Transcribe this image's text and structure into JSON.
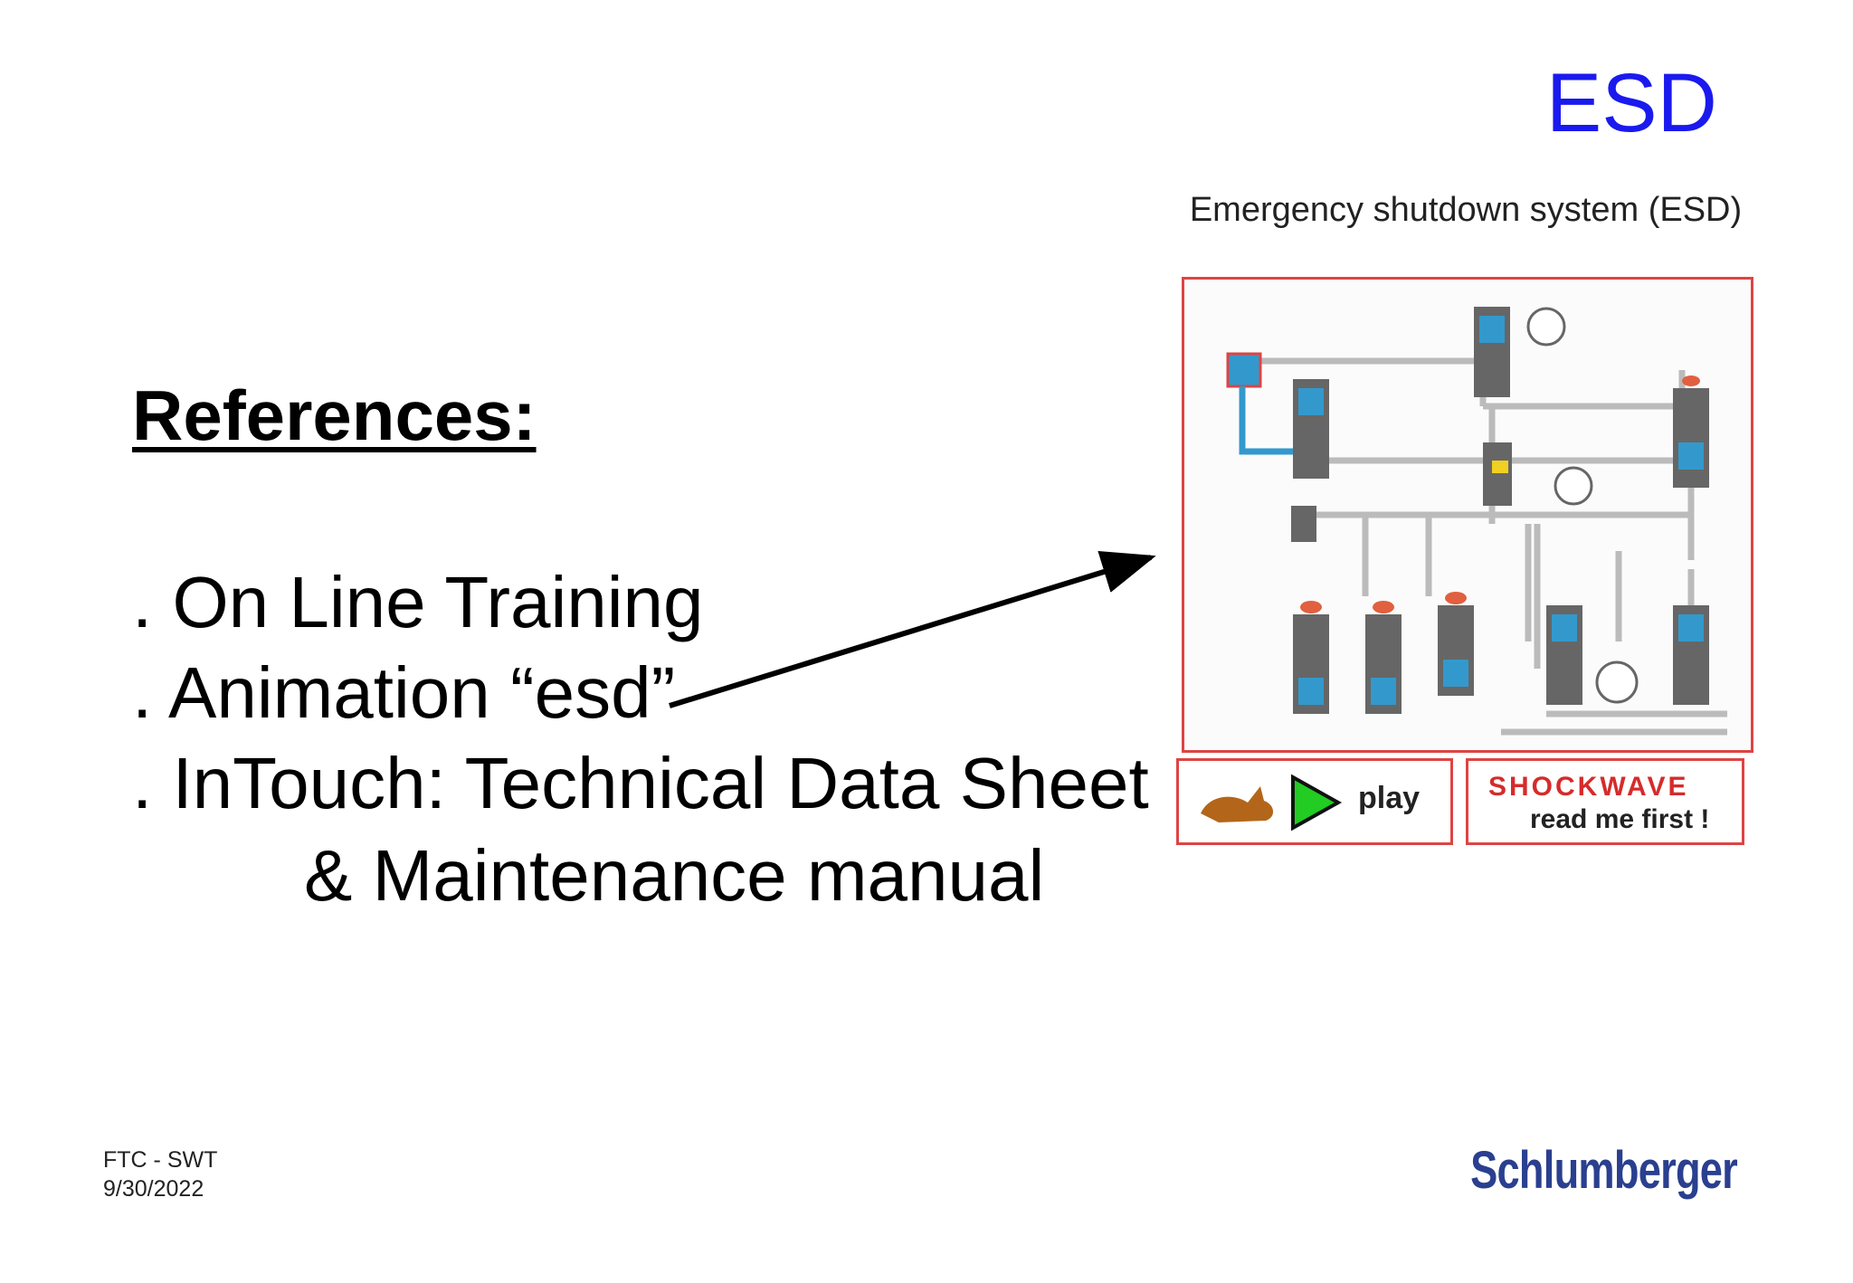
{
  "slide": {
    "title": "ESD",
    "references_heading": "References:",
    "references": [
      ". On Line Training",
      ". Animation “esd”",
      ". InTouch: Technical Data Sheet",
      "& Maintenance manual"
    ]
  },
  "panel": {
    "caption": "Emergency shutdown system (ESD)",
    "play_label": "play",
    "shockwave_label": "SHOCKWAVE",
    "shockwave_sub": "read me first !"
  },
  "footer": {
    "org": "FTC - SWT",
    "date": "9/30/2022",
    "logo": "Schlumberger"
  },
  "colors": {
    "title": "#1a1aee",
    "panel_border": "#dd4444",
    "valve_blue": "#3399cc",
    "logo": "#2a3f8f"
  }
}
